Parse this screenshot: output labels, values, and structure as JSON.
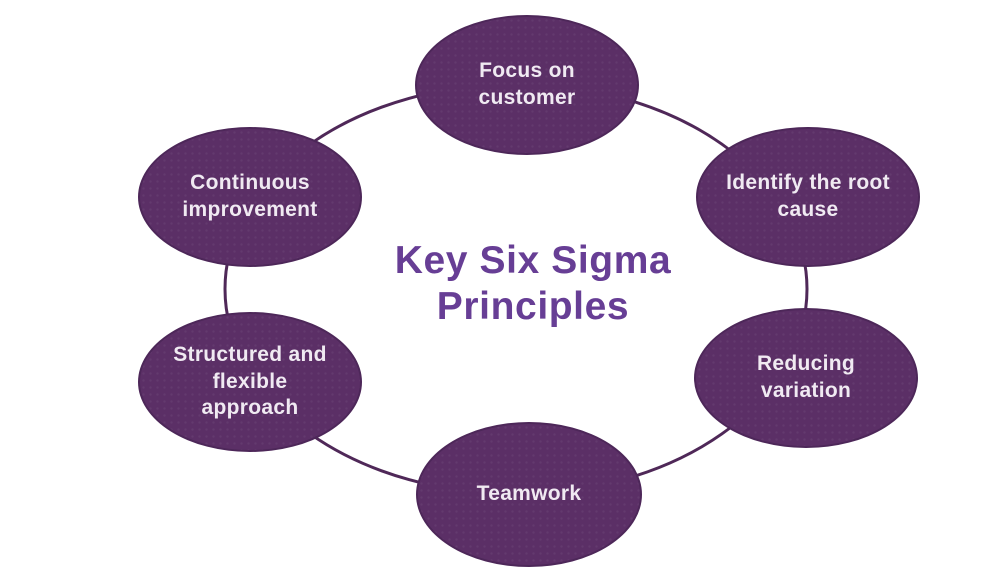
{
  "title": "Key Six Sigma Principles",
  "nodes": [
    {
      "id": "focus-on-customer",
      "label": "Focus on customer",
      "position": "top"
    },
    {
      "id": "identify-the-root-cause",
      "label": "Identify the root cause",
      "position": "top-right"
    },
    {
      "id": "reducing-variation",
      "label": "Reducing variation",
      "position": "bottom-right"
    },
    {
      "id": "teamwork",
      "label": "Teamwork",
      "position": "bottom"
    },
    {
      "id": "structured-flexible-approach",
      "label": "Structured and flexible approach",
      "position": "bottom-left"
    },
    {
      "id": "continuous-improvement",
      "label": "Continuous improvement",
      "position": "top-left"
    }
  ],
  "colors": {
    "background": "#ffffff",
    "node_fill": "#5b2f66",
    "node_border": "#4d2759",
    "node_text": "#f0eaf2",
    "ring_stroke": "#4f2858",
    "title_text": "#673e95"
  }
}
